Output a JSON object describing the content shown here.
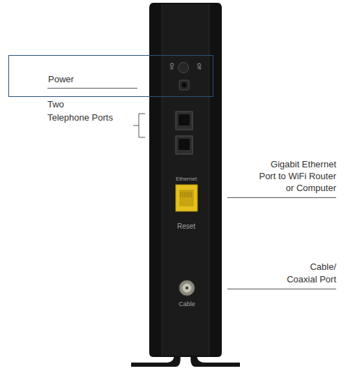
{
  "diagram": {
    "nodes": [
      {
        "text": [
          "Power"
        ]
      }
    ],
    "labels": [
      "Two Telephone Ports",
      "Gigabit Ethernet Port to WiFi Router or Computer",
      "Cable/ Coaxial Port",
      "On",
      "Off",
      "Ethernet",
      "Reset",
      "Cable"
    ]
  }
}
